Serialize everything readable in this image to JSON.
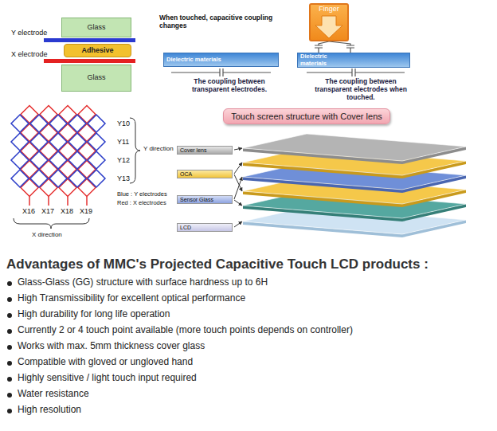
{
  "diagram": {
    "title": "Advantages of MMC's Projected Capacitive Touch LCD products :",
    "nodes": [
      {
        "text": [
          "Glass"
        ]
      },
      {
        "text": [
          "Adhesive"
        ]
      },
      {
        "text": [
          "Glass"
        ]
      },
      {
        "text": [
          "Finger"
        ]
      },
      {
        "text": [
          "Dielectric materials"
        ]
      },
      {
        "text": [
          "Dielectric materials"
        ]
      },
      {
        "text": [
          "Touch screen structure with Cover lens"
        ]
      },
      {
        "text": [
          "Cover lens"
        ]
      },
      {
        "text": [
          "OCA"
        ]
      },
      {
        "text": [
          "Sensor Glass"
        ]
      },
      {
        "text": [
          "LCD"
        ]
      }
    ],
    "labels": [
      "Y electrode",
      "X electrode",
      "When touched, capacitive coupling changes",
      "The coupling between transparent electrodes.",
      "The coupling between transparent electrodes when touched.",
      "Y10",
      "Y11",
      "Y12",
      "Y13",
      "Y direction",
      "Blue : Y electrodes",
      "Red : X electrodes",
      "X16",
      "X17",
      "X18",
      "X19",
      "X direction",
      "Glass-Glass (GG) structure with surface hardness up to 6H",
      "High Transmissibility for excellent optical performance",
      "High durability for long life operation",
      "Currently 2 or 4 touch point available (more touch points depends on controller)",
      "Works with max. 5mm thickness cover glass",
      "Compatible with gloved or ungloved hand",
      "Highly sensitive / light touch input required",
      "Water resistance",
      "High resolution"
    ]
  }
}
